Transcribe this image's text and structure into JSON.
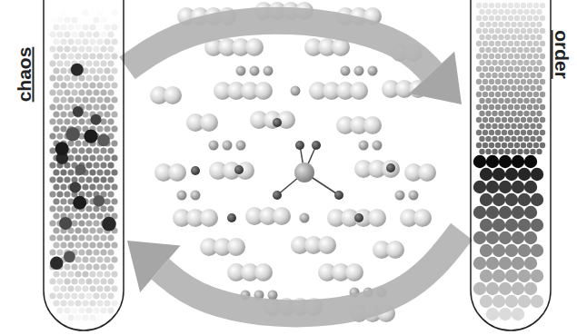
{
  "diagram": {
    "nodes": [
      {
        "text": [
          "chaos"
        ]
      },
      {
        "text": [
          "order"
        ]
      }
    ],
    "edges": [
      {
        "from": 0,
        "to": 1,
        "arrow": "to"
      },
      {
        "from": 1,
        "to": 0,
        "arrow": "to"
      }
    ]
  }
}
